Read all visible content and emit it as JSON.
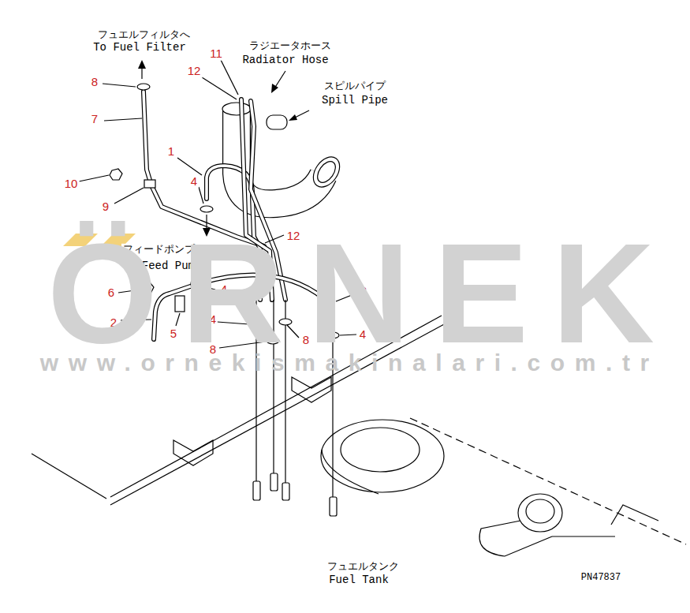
{
  "diagram": {
    "labels": [
      "フュエルフィルタへ",
      "To Fuel Filter",
      "ラジエータホース",
      "Radiator Hose",
      "スピルパイプ",
      "Spill Pipe",
      "11",
      "12",
      "8",
      "7",
      "1",
      "10",
      "4",
      "9",
      "12",
      "フィードポンプへ",
      "To Feed Pump",
      "6",
      "4",
      "3",
      "2",
      "5",
      "4",
      "8",
      "4",
      "8",
      "ÖRNEK",
      "www.ornekismakinalari.com.tr",
      "フュエルタンク",
      "Fuel Tank",
      "PN47837"
    ]
  }
}
